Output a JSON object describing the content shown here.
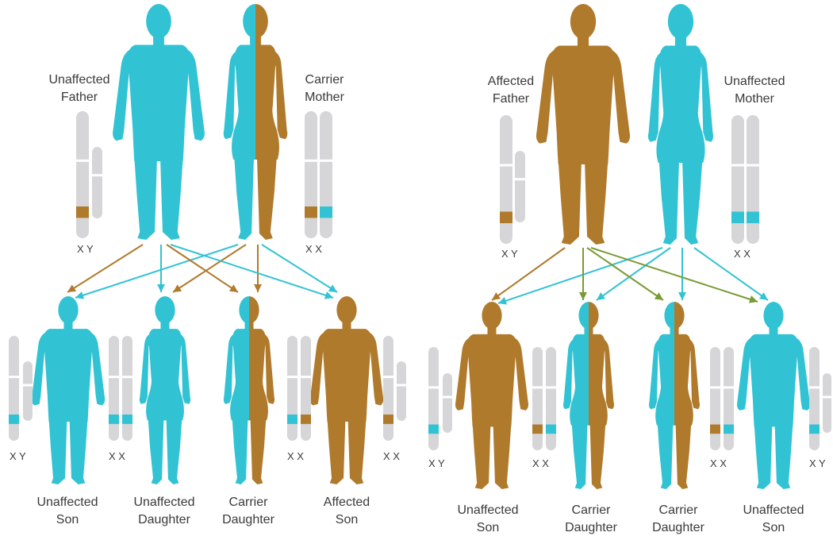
{
  "colors": {
    "unaffected": "#31c3d3",
    "affected": "#b07a2c",
    "chromosome": "#d6d6d8",
    "carrier_arrow": "#7a9a34"
  },
  "panels": [
    {
      "parents": [
        {
          "name": "father",
          "label_lines": [
            "Unaffected",
            "Father"
          ],
          "chrom_label": "X Y",
          "status": "unaffected"
        },
        {
          "name": "mother",
          "label_lines": [
            "Carrier",
            "Mother"
          ],
          "chrom_label": "X X",
          "status": "carrier"
        }
      ],
      "children": [
        {
          "label_lines": [
            "Unaffected",
            "Son"
          ],
          "chrom_label": "X Y",
          "status": "unaffected"
        },
        {
          "label_lines": [
            "Unaffected",
            "Daughter"
          ],
          "chrom_label": "X X",
          "status": "unaffected"
        },
        {
          "label_lines": [
            "Carrier",
            "Daughter"
          ],
          "chrom_label": "X X",
          "status": "carrier"
        },
        {
          "label_lines": [
            "Affected",
            "Son"
          ],
          "chrom_label": "X X",
          "status": "affected"
        }
      ]
    },
    {
      "parents": [
        {
          "name": "father",
          "label_lines": [
            "Affected",
            "Father"
          ],
          "chrom_label": "X Y",
          "status": "affected"
        },
        {
          "name": "mother",
          "label_lines": [
            "Unaffected",
            "Mother"
          ],
          "chrom_label": "X X",
          "status": "unaffected"
        }
      ],
      "children": [
        {
          "label_lines": [
            "Unaffected",
            "Son"
          ],
          "chrom_label": "X Y",
          "status": "affected"
        },
        {
          "label_lines": [
            "Carrier",
            "Daughter"
          ],
          "chrom_label": "X X",
          "status": "carrier"
        },
        {
          "label_lines": [
            "Carrier",
            "Daughter"
          ],
          "chrom_label": "X X",
          "status": "carrier"
        },
        {
          "label_lines": [
            "Unaffected",
            "Son"
          ],
          "chrom_label": "X Y",
          "status": "unaffected"
        }
      ]
    }
  ]
}
